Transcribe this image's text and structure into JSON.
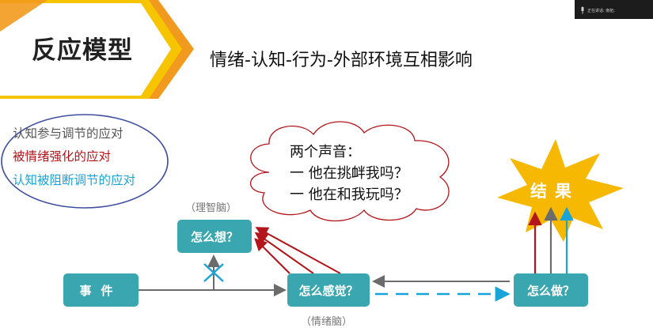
{
  "slide": {
    "title": "反应模型",
    "subtitle": "情绪-认知-行为-外部环境互相影响"
  },
  "legend": {
    "items": [
      "认知参与调节的应对",
      "被情绪强化的应对",
      "认知被阻断调节的应对"
    ],
    "colors": [
      "#555555",
      "#b3151b",
      "#19a4d9"
    ]
  },
  "cloud": {
    "heading": "两个声音：",
    "lines": [
      "一 他在挑衅我吗？",
      "一 他在和我玩吗？"
    ]
  },
  "flow": {
    "event": "事件",
    "think": "怎么想？",
    "feel": "怎么感觉？",
    "do": "怎么做？",
    "rational_caption": "（理智脑）",
    "emotional_caption": "（情绪脑）",
    "result": "结果"
  },
  "video_chip": {
    "text": "正在讲话: 南拓;"
  },
  "colors": {
    "box_fill": "#3aa7b0",
    "banner_orange": "#f29a1d",
    "banner_yellow": "#f7c400",
    "result_star": "#f6b800",
    "red_arrow": "#b3151b",
    "blue_arrow": "#19a4d9",
    "gray_arrow": "#6b6b6b"
  }
}
